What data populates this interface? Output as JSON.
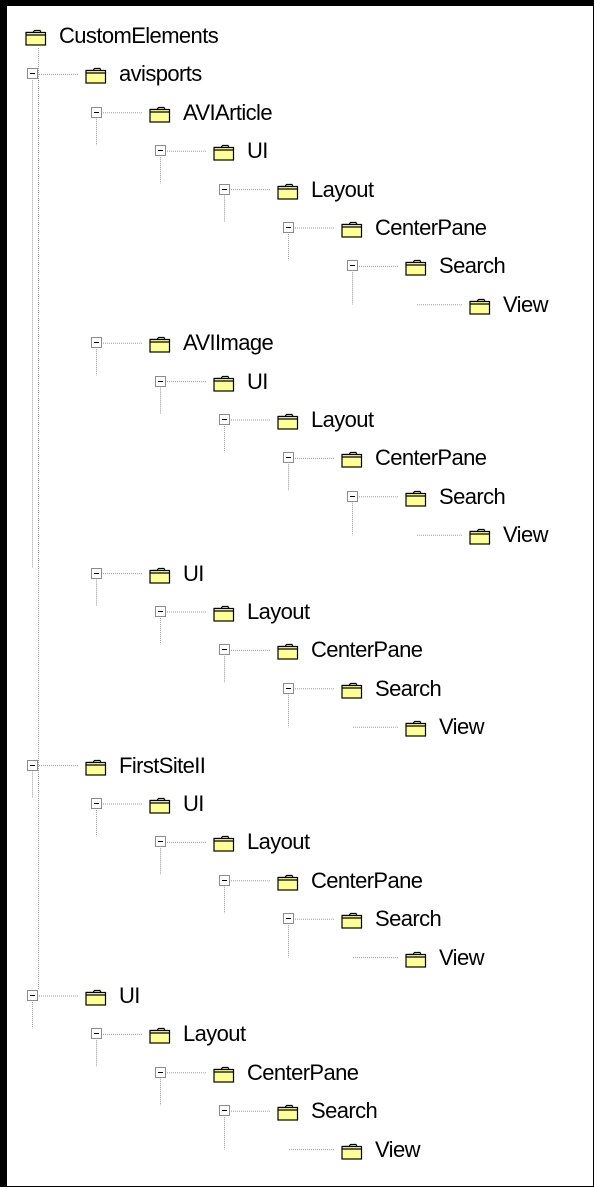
{
  "tree": {
    "root": "CustomElements",
    "nodes": [
      {
        "id": "custom-elements",
        "label": "CustomElements",
        "depth": 0,
        "root": true
      },
      {
        "id": "avisports",
        "label": "avisports",
        "depth": 0,
        "expanded": true
      },
      {
        "id": "avisports-aviarticle",
        "label": "AVIArticle",
        "depth": 1,
        "expanded": true
      },
      {
        "id": "avisports-aviarticle-ui",
        "label": "UI",
        "depth": 2,
        "expanded": true
      },
      {
        "id": "avisports-aviarticle-ui-layout",
        "label": "Layout",
        "depth": 3,
        "expanded": true
      },
      {
        "id": "avisports-aviarticle-ui-layout-centerpane",
        "label": "CenterPane",
        "depth": 4,
        "expanded": true
      },
      {
        "id": "avisports-aviarticle-ui-layout-centerpane-search",
        "label": "Search",
        "depth": 5,
        "expanded": true
      },
      {
        "id": "avisports-aviarticle-ui-layout-centerpane-search-view",
        "label": "View",
        "depth": 6,
        "leaf": true
      },
      {
        "id": "avisports-aviimage",
        "label": "AVIImage",
        "depth": 1,
        "expanded": true
      },
      {
        "id": "avisports-aviimage-ui",
        "label": "UI",
        "depth": 2,
        "expanded": true
      },
      {
        "id": "avisports-aviimage-ui-layout",
        "label": "Layout",
        "depth": 3,
        "expanded": true
      },
      {
        "id": "avisports-aviimage-ui-layout-centerpane",
        "label": "CenterPane",
        "depth": 4,
        "expanded": true
      },
      {
        "id": "avisports-aviimage-ui-layout-centerpane-search",
        "label": "Search",
        "depth": 5,
        "expanded": true
      },
      {
        "id": "avisports-aviimage-ui-layout-centerpane-search-view",
        "label": "View",
        "depth": 6,
        "leaf": true
      },
      {
        "id": "avisports-ui",
        "label": "UI",
        "depth": 1,
        "expanded": true
      },
      {
        "id": "avisports-ui-layout",
        "label": "Layout",
        "depth": 2,
        "expanded": true
      },
      {
        "id": "avisports-ui-layout-centerpane",
        "label": "CenterPane",
        "depth": 3,
        "expanded": true
      },
      {
        "id": "avisports-ui-layout-centerpane-search",
        "label": "Search",
        "depth": 4,
        "expanded": true
      },
      {
        "id": "avisports-ui-layout-centerpane-search-view",
        "label": "View",
        "depth": 5,
        "leaf": true
      },
      {
        "id": "firstsiteii",
        "label": "FirstSiteII",
        "depth": 0,
        "expanded": true
      },
      {
        "id": "firstsiteii-ui",
        "label": "UI",
        "depth": 1,
        "expanded": true
      },
      {
        "id": "firstsiteii-ui-layout",
        "label": "Layout",
        "depth": 2,
        "expanded": true
      },
      {
        "id": "firstsiteii-ui-layout-centerpane",
        "label": "CenterPane",
        "depth": 3,
        "expanded": true
      },
      {
        "id": "firstsiteii-ui-layout-centerpane-search",
        "label": "Search",
        "depth": 4,
        "expanded": true
      },
      {
        "id": "firstsiteii-ui-layout-centerpane-search-view",
        "label": "View",
        "depth": 5,
        "leaf": true
      },
      {
        "id": "ui",
        "label": "UI",
        "depth": 0,
        "expanded": true
      },
      {
        "id": "ui-layout",
        "label": "Layout",
        "depth": 1,
        "expanded": true
      },
      {
        "id": "ui-layout-centerpane",
        "label": "CenterPane",
        "depth": 2,
        "expanded": true
      },
      {
        "id": "ui-layout-centerpane-search",
        "label": "Search",
        "depth": 3,
        "expanded": true
      },
      {
        "id": "ui-layout-centerpane-search-view",
        "label": "View",
        "depth": 4,
        "leaf": true
      }
    ]
  },
  "icons": {
    "folder": "folder-icon",
    "toggle": "collapse-toggle-icon"
  },
  "colors": {
    "folder_fill": "#ffff99",
    "folder_outline": "#000000",
    "tree_line": "#9a9a9a",
    "toggle_border": "#8c8c8c",
    "panel_border": "#000000",
    "background": "#ffffff"
  }
}
